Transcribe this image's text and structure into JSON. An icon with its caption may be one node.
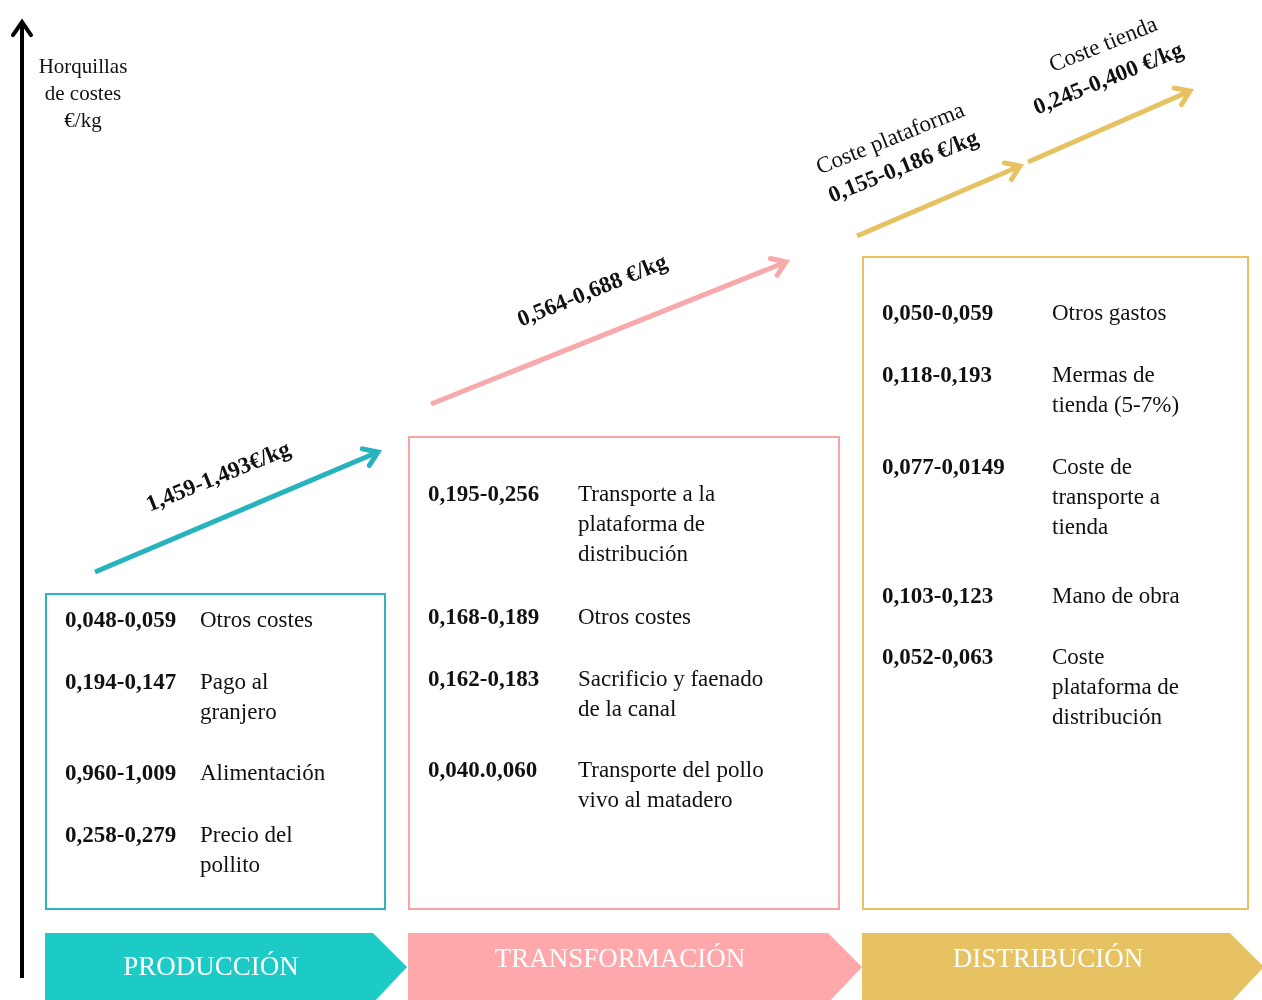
{
  "diagram": {
    "nodes": [
      {
        "text": [
          "0,048-0,059",
          "Otros costes",
          "0,194-0,147",
          "Pago al granjero",
          "0,960-1,009",
          "Alimentación",
          "0,258-0,279",
          "Precio del pollito"
        ]
      },
      {
        "text": [
          "0,195-0,256",
          "Transporte a la plataforma de distribución",
          "0,168-0,189",
          "Otros costes",
          "0,162-0,183",
          "Sacrificio y faenado de la canal",
          "0,040.0,060",
          "Transporte del pollo vivo al matadero"
        ]
      },
      {
        "text": [
          "0,050-0,059",
          "Otros gastos",
          "0,118-0,193",
          "Mermas de tienda (5-7%)",
          "0,077-0,0149",
          "Coste de transporte a tienda",
          "0,103-0,123",
          "Mano de obra",
          "0,052-0,063",
          "Coste plataforma de distribución"
        ]
      },
      {
        "text": [
          "PRODUCCIÓN"
        ]
      },
      {
        "text": [
          "TRANSFORMACIÓN"
        ]
      },
      {
        "text": [
          "DISTRIBUCIÓN"
        ]
      }
    ],
    "edges": [],
    "labels": [
      "Horquillas de costes €/kg",
      "Coste tienda",
      "0,245-0,400 €/kg",
      "Coste plataforma",
      "0,155-0,186 €/kg",
      "0,564-0,688 €/kg",
      "1,459-1,493€/kg"
    ]
  }
}
